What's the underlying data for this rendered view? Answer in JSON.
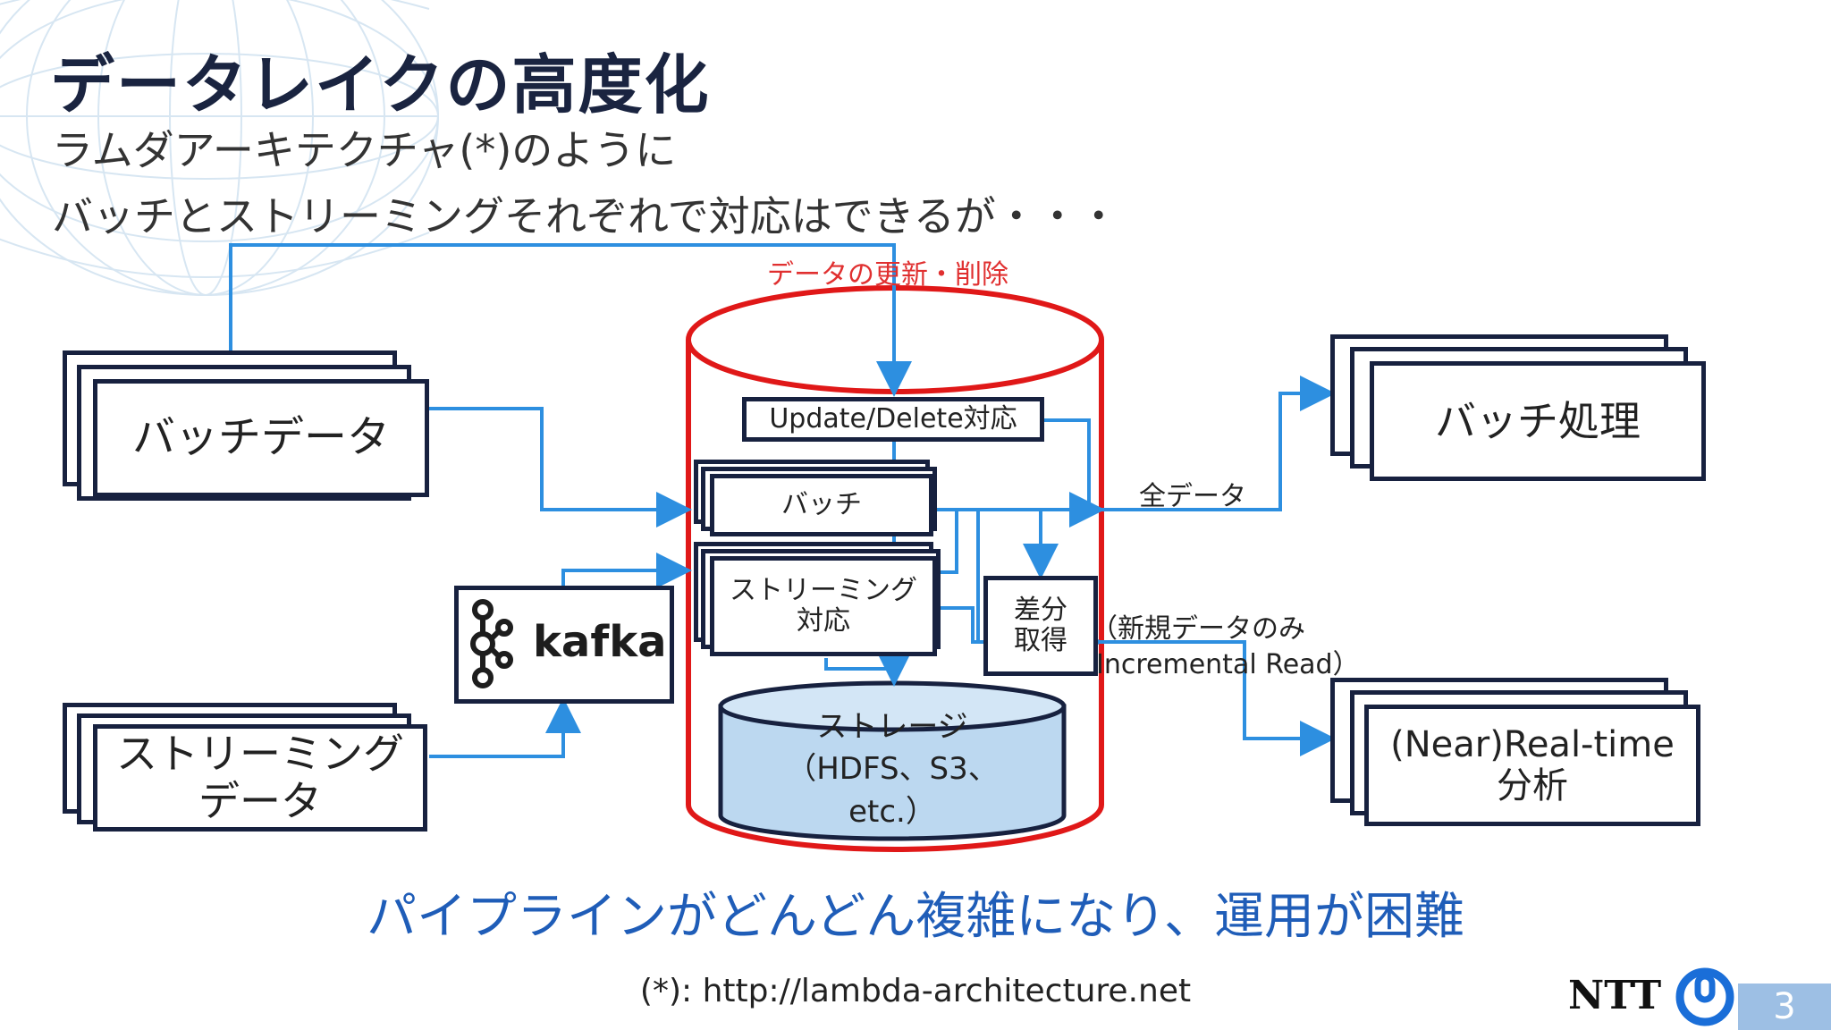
{
  "slide": {
    "title": "データレイクの高度化",
    "subtitle_line1": "ラムダアーキテクチャ(*)のように",
    "subtitle_line2": "バッチとストリーミングそれぞれで対応はできるが・・・",
    "conclusion": "パイプラインがどんどん複雑になり、運用が困難",
    "footnote": "(*): http://lambda-architecture.net",
    "page_number": "3"
  },
  "logos": {
    "kafka": "kafka",
    "ntt": "NTT"
  },
  "nodes": {
    "batch_data": "バッチデータ",
    "streaming_data": "ストリーミング\nデータ",
    "update_delete": "Update/Delete対応",
    "batch": "バッチ",
    "streaming_support": "ストリーミング\n対応",
    "diff": "差分\n取得",
    "storage": "ストレージ\n（HDFS、S3、\netc.）",
    "batch_processing": "バッチ処理",
    "realtime_analysis": "(Near)Real-time\n分析"
  },
  "edge_labels": {
    "update_delete_data": "データの更新・削除",
    "all_data": "全データ",
    "new_data_only": "（新規データのみ",
    "incremental_read": "Incremental Read）"
  },
  "colors": {
    "title": "#1a2440",
    "arrow": "#2d8fe0",
    "cylinder_outline": "#e01818",
    "box_border": "#17213f",
    "storage_fill": "#bcd8f0",
    "conclusion_text": "#1f5db8",
    "red_label": "#e03030",
    "page_badge": "#9dbfe4"
  },
  "icons": {
    "kafka": "kafka-logo-icon",
    "ntt": "ntt-logo-icon",
    "background": "globe-wireframe"
  }
}
